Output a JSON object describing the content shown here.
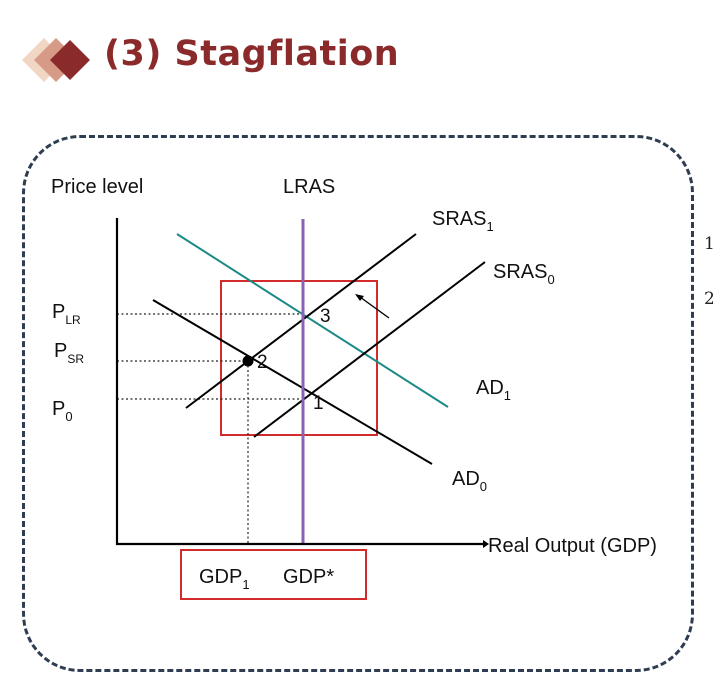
{
  "header": {
    "title": "(3) Stagflation",
    "icon": "diamond-cluster-icon",
    "title_color": "#8b2a2a"
  },
  "side_fragments": [
    "1",
    "2"
  ],
  "diagram": {
    "axes": {
      "y_label": "Price level",
      "x_label": "Real Output (GDP)"
    },
    "curves": {
      "lras": "LRAS",
      "sras1": {
        "base": "SRAS",
        "sub": "1"
      },
      "sras0": {
        "base": "SRAS",
        "sub": "0"
      },
      "ad1": {
        "base": "AD",
        "sub": "1"
      },
      "ad0": {
        "base": "AD",
        "sub": "0"
      }
    },
    "price_levels": {
      "plr": {
        "base": "P",
        "sub": "LR"
      },
      "psr": {
        "base": "P",
        "sub": "SR"
      },
      "p0": {
        "base": "P",
        "sub": "0"
      }
    },
    "points": [
      "1",
      "2",
      "3"
    ],
    "gdp_labels": {
      "gdp1": {
        "base": "GDP",
        "sub": "1"
      },
      "gdp_star": "GDP*"
    },
    "colors": {
      "lras": "#8a62b5",
      "ad1": "#1b8a86",
      "highlight_box": "#d22b2b",
      "frame": "#2f3d52",
      "curve": "#000000"
    }
  }
}
